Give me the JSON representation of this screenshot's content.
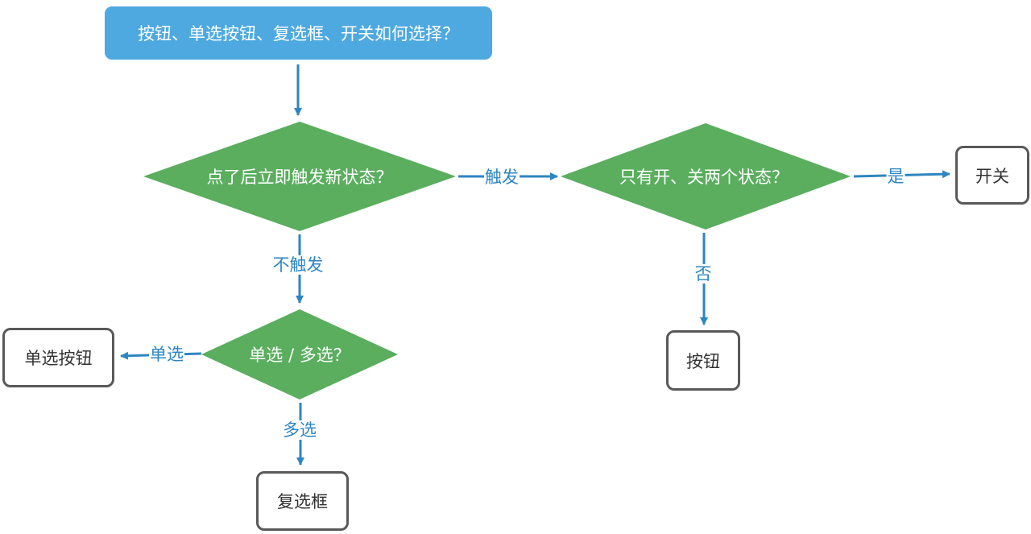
{
  "start": {
    "text": "按钮、单选按钮、复选框、开关如何选择？"
  },
  "decisions": {
    "new_state": "点了后立即触发新状态？",
    "two_states": "只有开、关两个状态？",
    "single_multi": "单选 / 多选？"
  },
  "results": {
    "switch": "开关",
    "button": "按钮",
    "radio": "单选按钮",
    "checkbox": "复选框"
  },
  "edge_labels": {
    "trigger": "触发",
    "no_trigger": "不触发",
    "yes": "是",
    "no": "否",
    "single": "单选",
    "multi": "多选"
  },
  "colors": {
    "start_fill": "#4ea9e0",
    "decision_fill": "#5aae5e",
    "arrow": "#2e86c1",
    "result_border": "#595959"
  }
}
